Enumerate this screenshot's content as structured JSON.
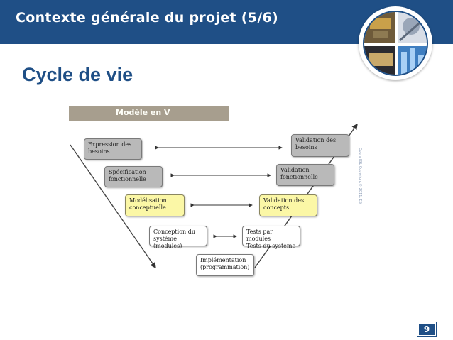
{
  "slide": {
    "title": "Contexte générale du projet (5/6)",
    "subtitle": "Cycle de vie",
    "page_number": "9"
  },
  "diagram": {
    "header": "Modèle en V",
    "side_note": "Cours IGL Copyright© 2011, ESI",
    "left_boxes": [
      {
        "label": "Expression des\nbesoins"
      },
      {
        "label": "Spécification\nfonctionnelle"
      },
      {
        "label": "Modélisation\nconceptuelle"
      },
      {
        "label": "Conception du\nsystème (modules)"
      }
    ],
    "bottom_box": {
      "label": "Implémentation\n(programmation)"
    },
    "right_boxes": [
      {
        "label": "Validation des\nbesoins"
      },
      {
        "label": "Validation\nfonctionnelle"
      },
      {
        "label": "Validation des\nconcepts"
      },
      {
        "label": "Tests par modules\nTests du système"
      }
    ]
  },
  "colors": {
    "brand_blue": "#1f4f86",
    "box_gray": "#b9b9b9",
    "box_yellow": "#fbf7a6",
    "header_tan": "#a79e8e"
  }
}
